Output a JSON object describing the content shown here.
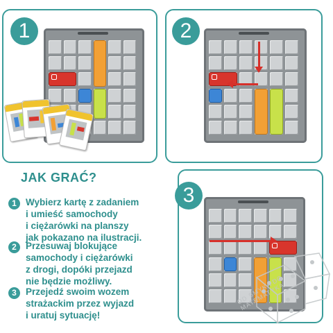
{
  "steps_panels": [
    "1",
    "2",
    "3"
  ],
  "howto": {
    "title": "JAK GRAĆ?",
    "steps": [
      {
        "num": "1",
        "lines": [
          "Wybierz kartę z zadaniem",
          "i umieść samochody",
          "i ciężarówki na planszy",
          "jak pokazano na ilustracji."
        ]
      },
      {
        "num": "2",
        "lines": [
          "Przesuwaj blokujące",
          "samochody i ciężarówki",
          "z drogi, dopóki przejazd",
          "nie będzie możliwy."
        ]
      },
      {
        "num": "3",
        "lines": [
          "Przejedź swoim wozem",
          "strażackim przez wyjazd",
          "i uratuj sytuację!"
        ]
      }
    ]
  },
  "watermark": "OD SMYKA DO MATEMATYKA",
  "colors": {
    "accent": "#3a9c9a",
    "fire_truck": "#d8352c",
    "blue_car": "#3d86d6",
    "yellow_truck": "#f5c634",
    "green_truck": "#c8e14a",
    "orange_truck": "#f2a035",
    "board": "#8e9396"
  },
  "icons": [
    "fire-truck-icon",
    "arrow-icon",
    "dice-icon",
    "challenge-card-icon"
  ]
}
